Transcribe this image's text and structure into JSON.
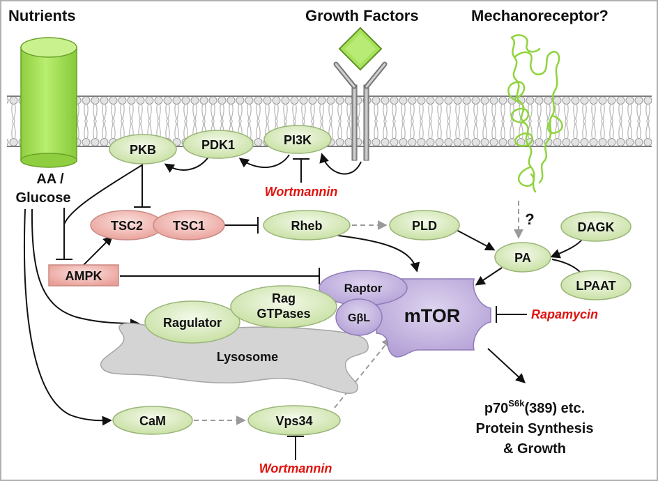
{
  "header": {
    "nutrients": "Nutrients",
    "growth_factors": "Growth Factors",
    "mechanoreceptor": "Mechanoreceptor?"
  },
  "inputs": {
    "aa_line1": "AA /",
    "aa_line2": "Glucose"
  },
  "nodes": {
    "pkb": "PKB",
    "pdk1": "PDK1",
    "pi3k": "PI3K",
    "tsc2": "TSC2",
    "tsc1": "TSC1",
    "rheb": "Rheb",
    "pld": "PLD",
    "pa": "PA",
    "dagk": "DAGK",
    "lpaat": "LPAAT",
    "ampk": "AMPK",
    "raptor": "Raptor",
    "gbl": "GβL",
    "mtor": "mTOR",
    "rag_line1": "Rag",
    "rag_line2": "GTPases",
    "ragulator": "Ragulator",
    "lysosome": "Lysosome",
    "cam": "CaM",
    "vps34": "Vps34"
  },
  "inhibitors": {
    "wortmannin_top": "Wortmannin",
    "wortmannin_bottom": "Wortmannin",
    "rapamycin": "Rapamycin"
  },
  "annotations": {
    "question": "?"
  },
  "output": {
    "line1_prefix": "p70",
    "line1_sup": "S6k",
    "line1_suffix": "(389) etc.",
    "line2": "Protein Synthesis",
    "line3": "& Growth"
  },
  "colors": {
    "green_node": "#d6ebb8",
    "green_cylinder": "#a6e35a",
    "red_node": "#f3b9b4",
    "purple_node": "#c4b3df",
    "lysosome": "#d4d4d4",
    "inhibitor_red": "#e0140f"
  }
}
